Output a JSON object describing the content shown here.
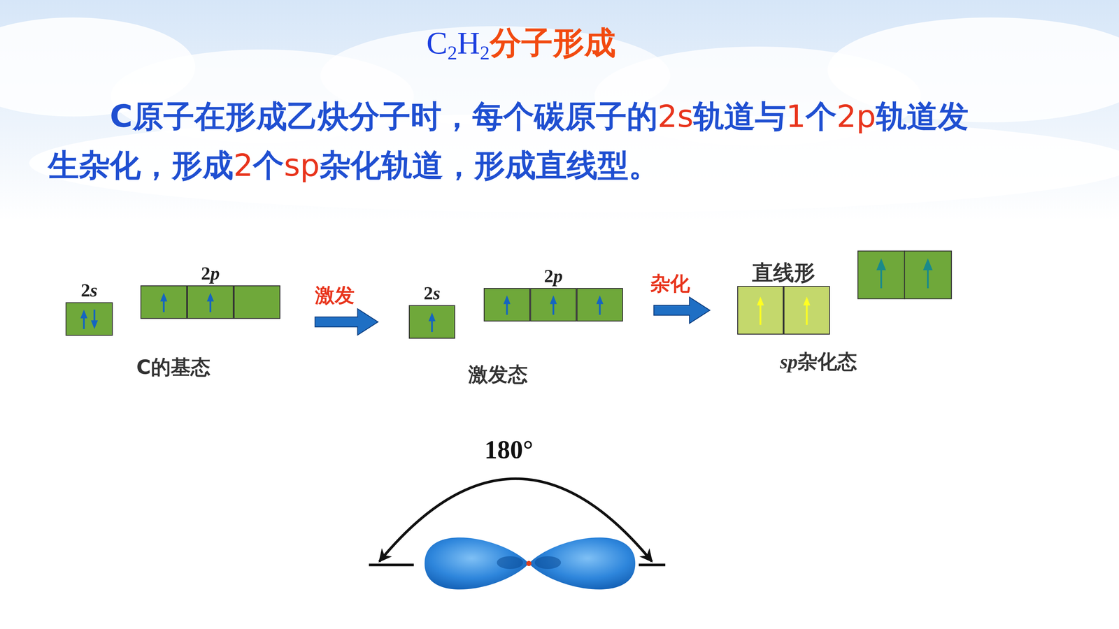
{
  "diagram": {
    "title": "C2H2分子形成",
    "nodes": [
      {
        "text": [
          "2s"
        ]
      },
      {
        "text": [
          "2p"
        ]
      },
      {
        "text": [
          "2s"
        ]
      },
      {
        "text": [
          "2p"
        ]
      },
      {
        "text": [
          "直线形"
        ]
      }
    ],
    "edges": [
      {
        "from": 1,
        "to": 2,
        "arrow": "to",
        "label": "激发"
      },
      {
        "from": 3,
        "to": 4,
        "arrow": "to",
        "label": "杂化"
      }
    ],
    "labels": [
      "C原子在形成乙炔分子时，每个碳原子的2s轨道与1个2p轨道发生杂化，形成2个sp杂化轨道，形成直线型。",
      "C的基态",
      "激发态",
      "sp杂化态",
      "180°"
    ]
  }
}
